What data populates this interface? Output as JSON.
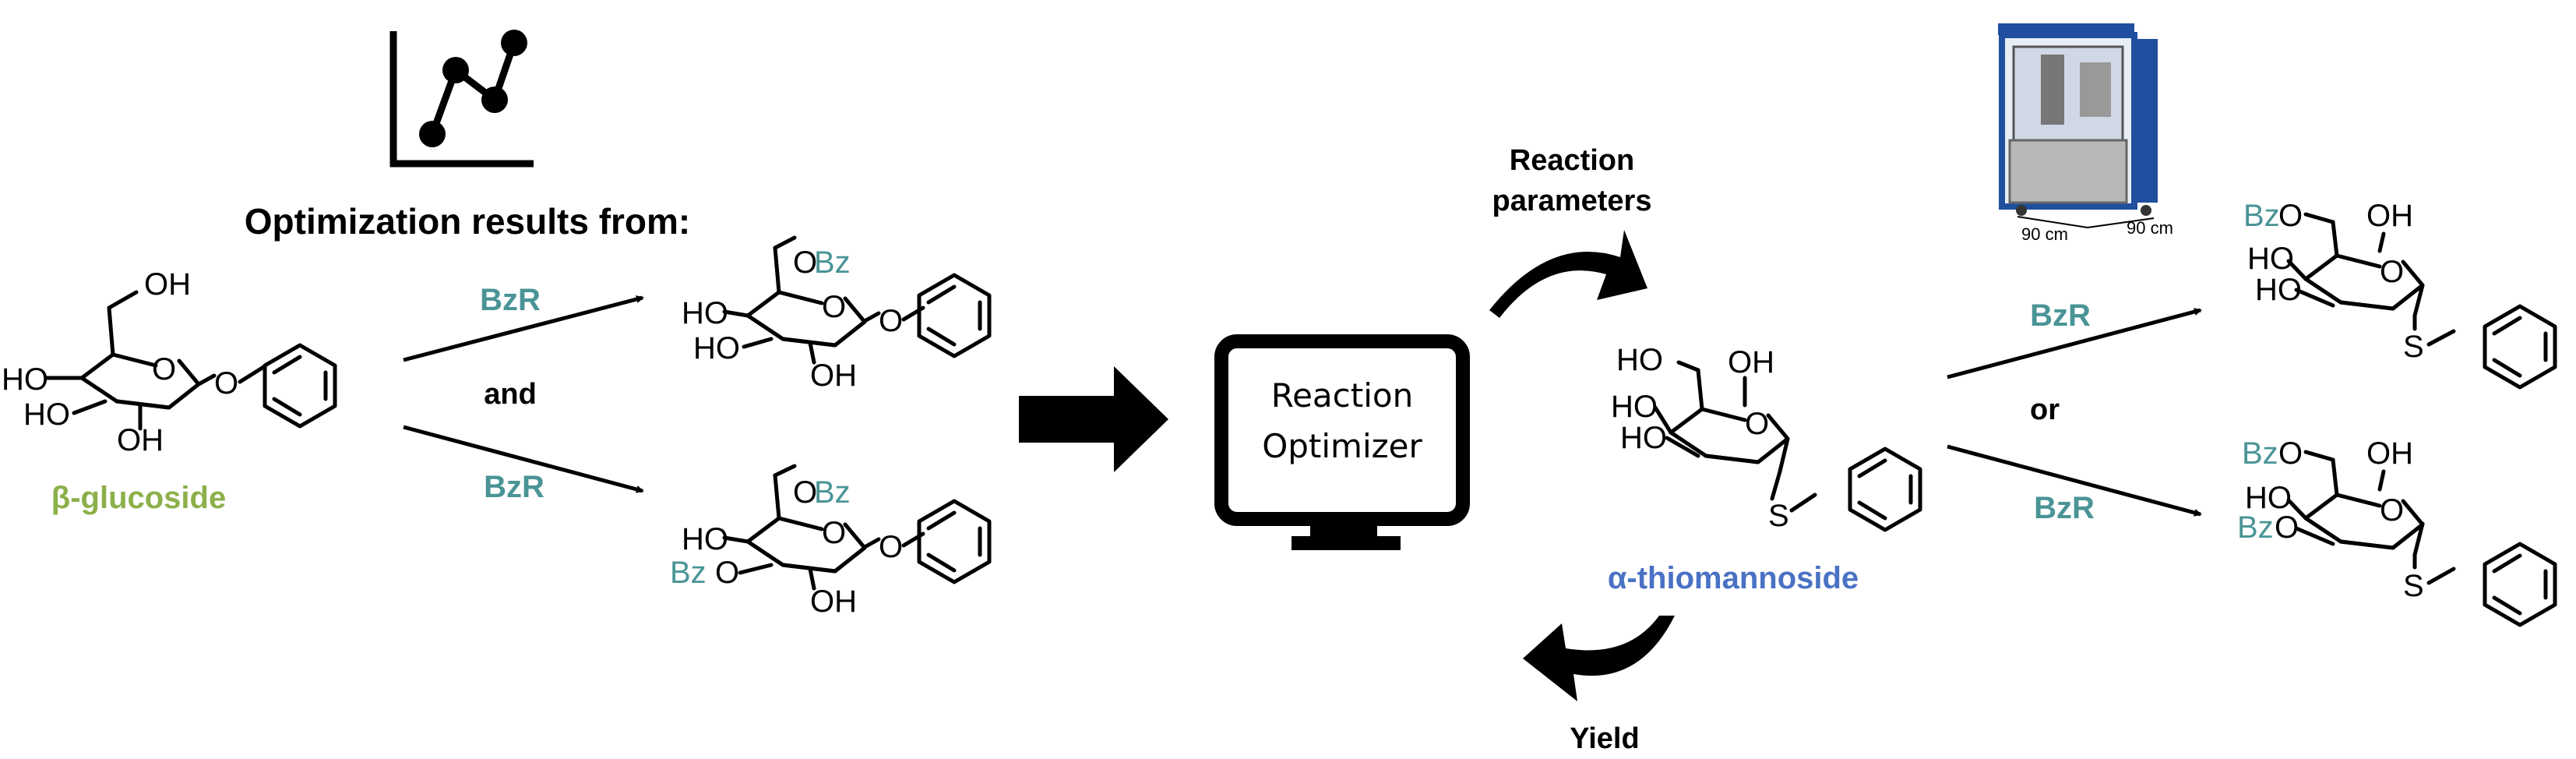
{
  "heading": "Optimization results from:",
  "connector_and": "and",
  "connector_or": "or",
  "reagent": "BzR",
  "start_material_label": "β-glucoside",
  "product_label": "α-thiomannoside",
  "optimizer_line1": "Reaction",
  "optimizer_line2": "Optimizer",
  "params_line1": "Reaction",
  "params_line2": "parameters",
  "yield_label": "Yield",
  "robot_dim_1": "90 cm",
  "robot_dim_2": "90 cm",
  "atoms": {
    "OH": "OH",
    "HO": "HO",
    "O": "O",
    "OBz": "OBz",
    "Bz": "Bz",
    "BzO": "BzO",
    "S": "S"
  },
  "colors": {
    "bz_teal": "#4a9496",
    "glucoside_green": "#8cb04a",
    "mannoside_blue": "#4a72c4",
    "robot_blue": "#1f4f9e",
    "robot_steel": "#b8b8b8"
  }
}
